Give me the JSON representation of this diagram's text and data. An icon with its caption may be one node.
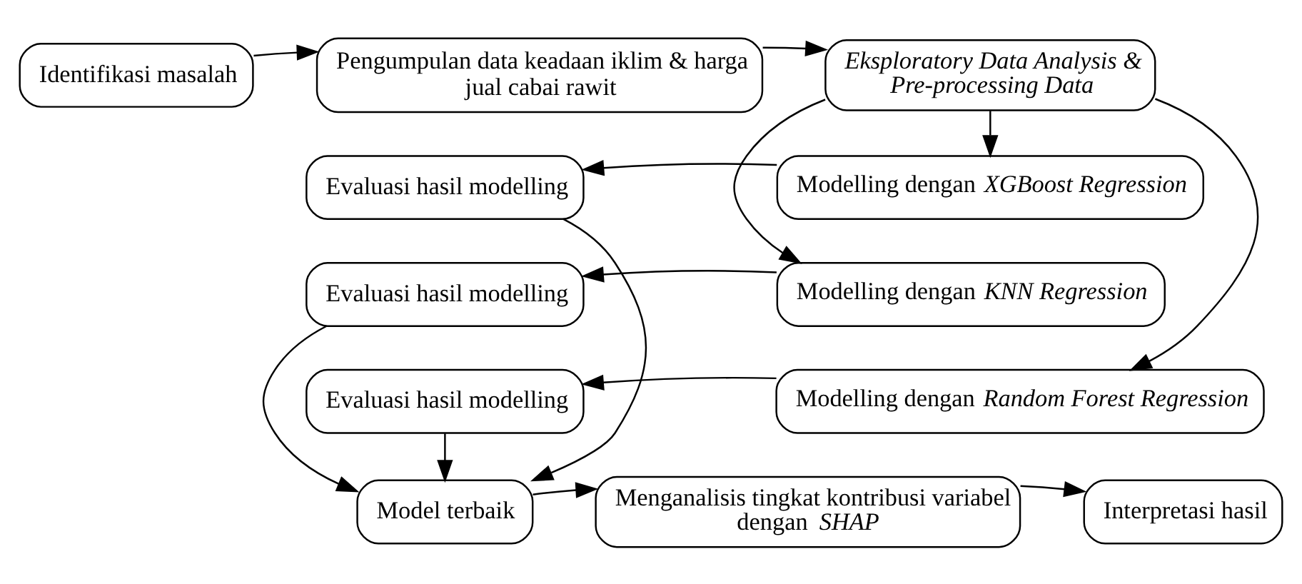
{
  "diagram": {
    "nodes": [
      {
        "text": [
          "Identifikasi masalah"
        ]
      },
      {
        "text": [
          "Pengumpulan data keadaan iklim & harga jual cabai rawit"
        ]
      },
      {
        "text": [
          "*Eksploratory Data Analysis & Pre-processing Data*"
        ]
      },
      {
        "text": [
          "Modelling dengan *XGBoost Regression*"
        ]
      },
      {
        "text": [
          "Modelling dengan *KNN Regression*"
        ]
      },
      {
        "text": [
          "Modelling dengan *Random Forest Regression*"
        ]
      },
      {
        "text": [
          "Evaluasi hasil modelling"
        ]
      },
      {
        "text": [
          "Evaluasi hasil modelling"
        ]
      },
      {
        "text": [
          "Evaluasi hasil modelling"
        ]
      },
      {
        "text": [
          "Model terbaik"
        ]
      },
      {
        "text": [
          "Menganalisis tingkat kontribusi variabel dengan *SHAP*"
        ]
      },
      {
        "text": [
          "Interpretasi hasil"
        ]
      }
    ],
    "edges": [
      {
        "from": 0,
        "to": 1,
        "arrow": "to"
      },
      {
        "from": 1,
        "to": 2,
        "arrow": "to"
      },
      {
        "from": 2,
        "to": 3,
        "arrow": "to"
      },
      {
        "from": 2,
        "to": 4,
        "arrow": "to"
      },
      {
        "from": 2,
        "to": 5,
        "arrow": "to"
      },
      {
        "from": 3,
        "to": 6,
        "arrow": "to"
      },
      {
        "from": 4,
        "to": 7,
        "arrow": "to"
      },
      {
        "from": 5,
        "to": 8,
        "arrow": "to"
      },
      {
        "from": 6,
        "to": 9,
        "arrow": "to"
      },
      {
        "from": 7,
        "to": 9,
        "arrow": "to"
      },
      {
        "from": 8,
        "to": 9,
        "arrow": "to"
      },
      {
        "from": 9,
        "to": 10,
        "arrow": "to"
      },
      {
        "from": 10,
        "to": 11,
        "arrow": "to"
      }
    ]
  }
}
